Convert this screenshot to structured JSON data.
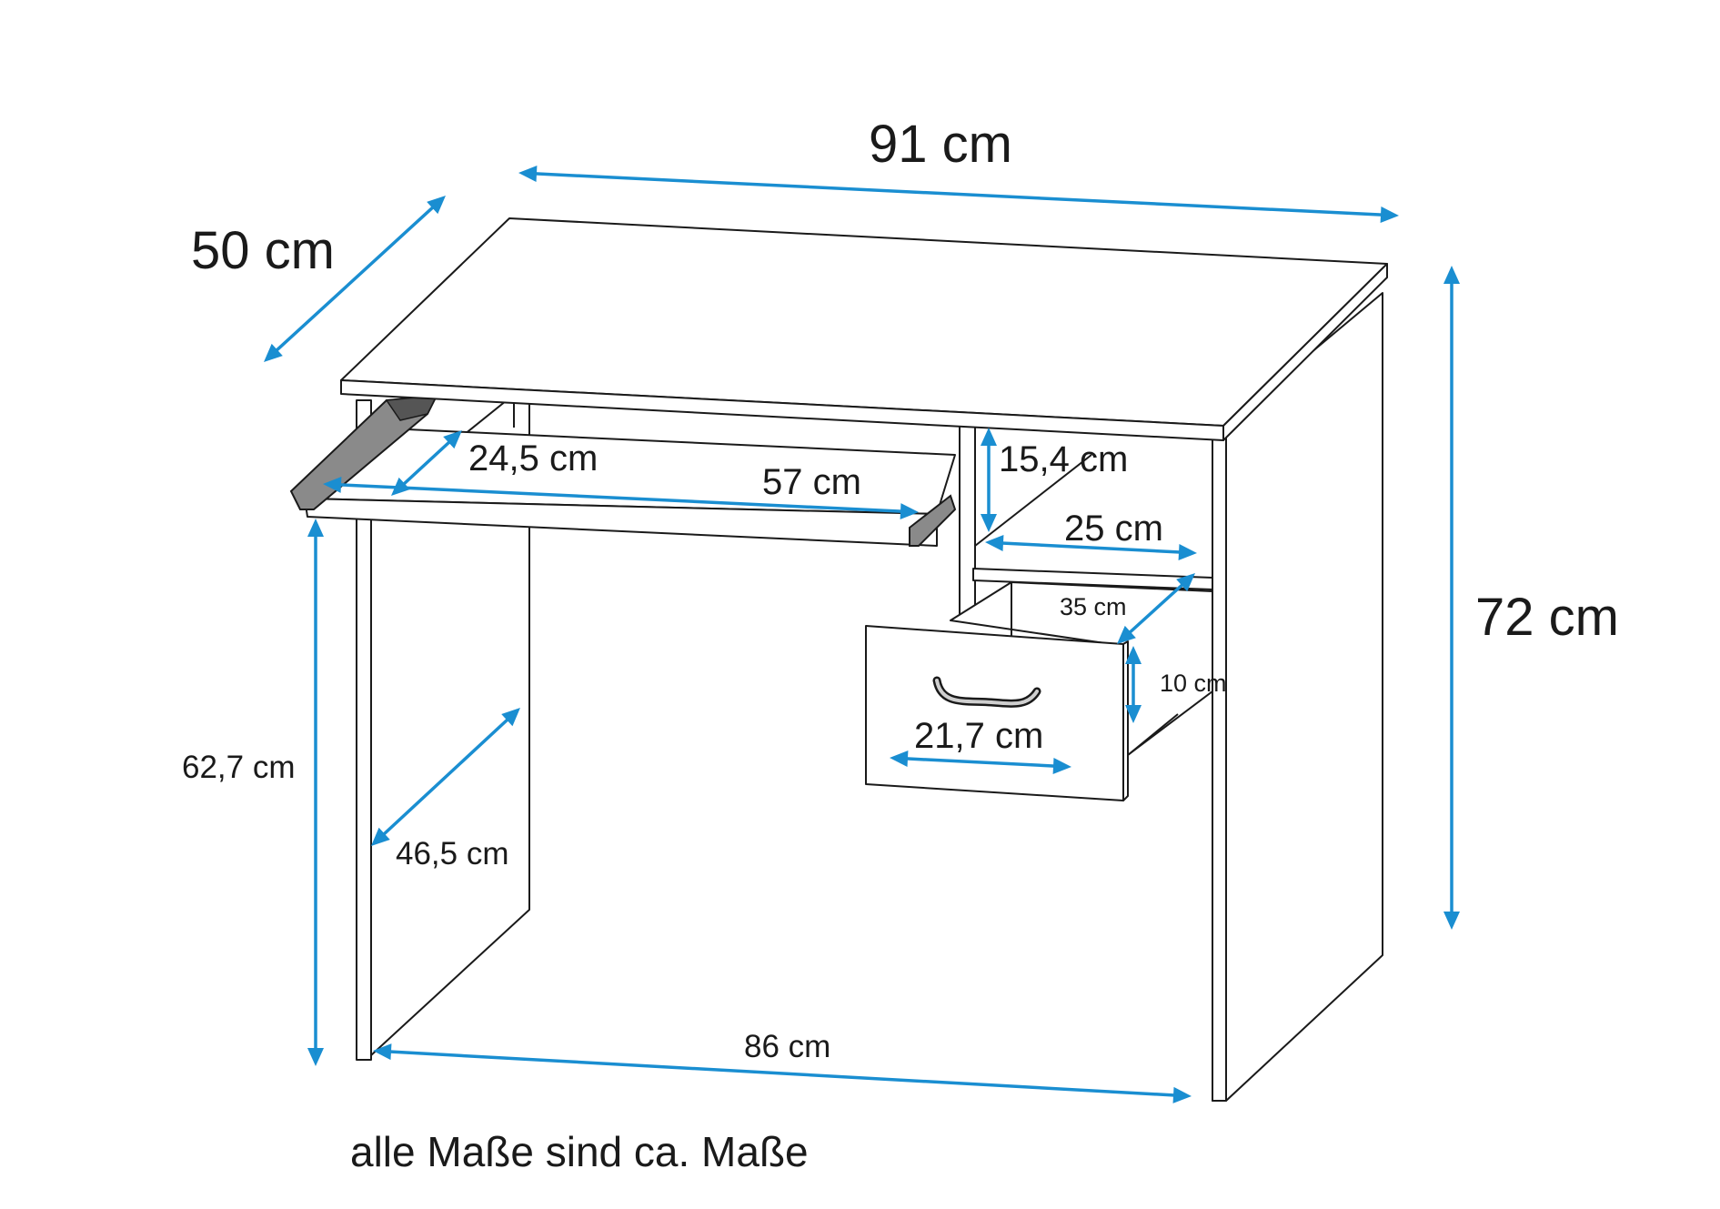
{
  "colors": {
    "dimension_arrow": "#1a8ed1",
    "outline": "#1a1a1a",
    "background": "#ffffff"
  },
  "dimensions": {
    "width_total": "91 cm",
    "depth_total": "50 cm",
    "height_total": "72 cm",
    "keyboard_tray_depth": "24,5 cm",
    "keyboard_tray_width": "57 cm",
    "shelf_opening_height": "15,4 cm",
    "shelf_width": "25 cm",
    "drawer_depth": "35 cm",
    "drawer_height": "10 cm",
    "drawer_width": "21,7 cm",
    "clearance_height": "62,7 cm",
    "side_panel_depth": "46,5 cm",
    "inner_width": "86 cm"
  },
  "footnote": "alle Maße sind ca. Maße"
}
